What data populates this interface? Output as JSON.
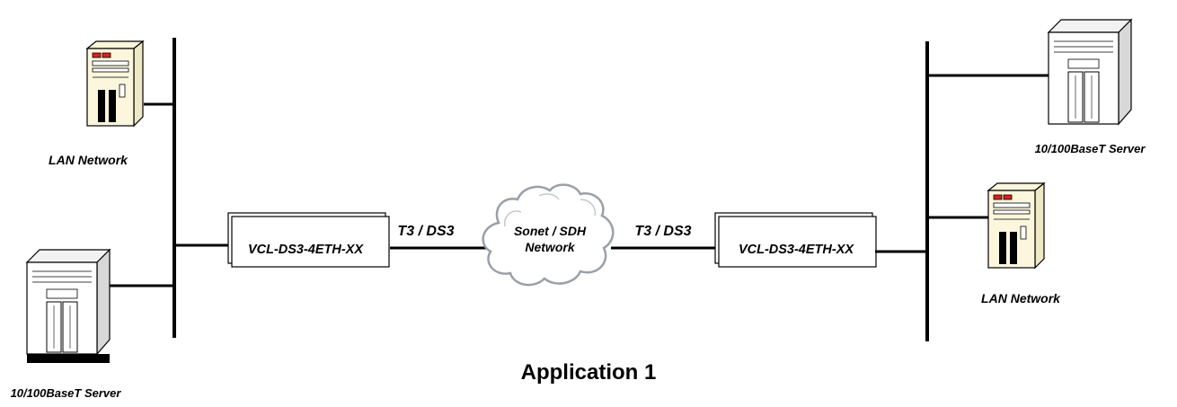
{
  "title": "Application 1",
  "left": {
    "lan_label": "LAN Network",
    "server_label": "10/100BaseT Server",
    "device_label": "VCL-DS3-4ETH-XX",
    "link_label": "T3 / DS3"
  },
  "cloud": {
    "line1": "Sonet / SDH",
    "line2": "Network"
  },
  "right": {
    "lan_label": "LAN Network",
    "server_label": "10/100BaseT Server",
    "device_label": "VCL-DS3-4ETH-XX",
    "link_label": "T3 / DS3"
  },
  "colors": {
    "pc_body": "#fbf6dc",
    "led_panel": "#e0201c",
    "line": "#000000"
  },
  "icons": [
    "desktop-pc-icon",
    "tower-server-icon",
    "network-cloud-icon",
    "device-box-icon"
  ]
}
